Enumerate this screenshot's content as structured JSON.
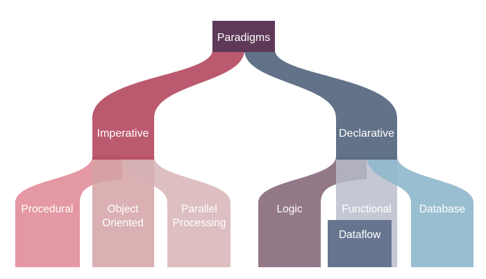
{
  "diagram": {
    "root": {
      "label": "Paradigms"
    },
    "branches": [
      {
        "label": "Imperative",
        "children": [
          {
            "label_lines": [
              "Procedural"
            ]
          },
          {
            "label_lines": [
              "Object",
              "Oriented"
            ]
          },
          {
            "label_lines": [
              "Parallel",
              "Processing"
            ]
          }
        ]
      },
      {
        "label": "Declarative",
        "children": [
          {
            "label_lines": [
              "Logic"
            ]
          },
          {
            "label_lines": [
              "Functional"
            ],
            "sub": {
              "label": "Dataflow"
            }
          },
          {
            "label_lines": [
              "Database"
            ]
          }
        ]
      }
    ]
  },
  "colors": {
    "root": "#5f3a58",
    "imperative": "#b4485f",
    "declarative": "#5a6a82",
    "procedural": "#e08a96",
    "object_oriented": "#d4a2a6",
    "parallel_processing": "#d6b0b3",
    "logic": "#8a6d7e",
    "functional": "#b8bccb",
    "database": "#8fb7cc",
    "dataflow": "#67758f"
  }
}
